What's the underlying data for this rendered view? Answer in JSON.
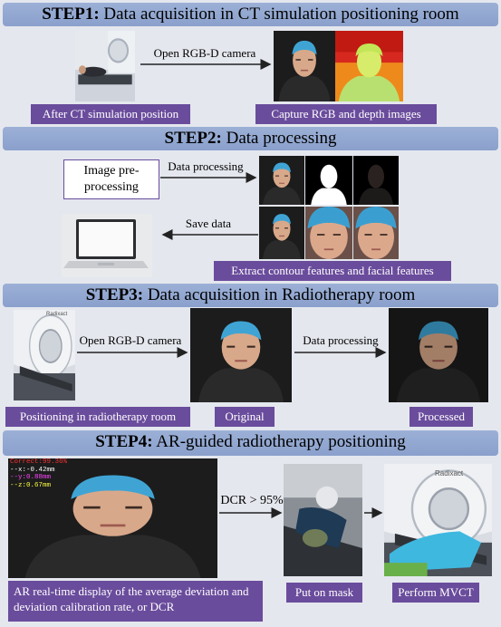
{
  "steps": [
    {
      "label": "STEP1:",
      "text": " Data acquisition in CT simulation positioning room"
    },
    {
      "label": "STEP2:",
      "text": " Data processing"
    },
    {
      "label": "STEP3:",
      "text": " Data acquisition in Radiotherapy room"
    },
    {
      "label": "STEP4:",
      "text": " AR-guided radiotherapy positioning"
    }
  ],
  "step1": {
    "arrow": "Open RGB-D camera",
    "left_label": "After CT simulation position",
    "right_label": "Capture RGB and depth images"
  },
  "step2": {
    "preprocess": "Image pre-processing",
    "arrow_process": "Data processing",
    "arrow_save": "Save data",
    "label": "Extract contour features and facial features"
  },
  "step3": {
    "arrow_open": "Open RGB-D camera",
    "arrow_process": "Data processing",
    "label_position": "Positioning in radiotherapy room",
    "label_original": "Original",
    "label_processed": "Processed",
    "device_brand": "Radixact"
  },
  "step4": {
    "overlay": {
      "correct": "Correct:99.36%",
      "x": "--x:-0.42mm",
      "y": "--y:0.88mm",
      "z": "--z:0.67mm"
    },
    "arrow_dcr": "DCR > 95%",
    "caption": "AR real-time display of the average deviation and deviation calibration  rate, or DCR",
    "label_mask": "Put on mask",
    "label_mvct": "Perform MVCT",
    "device_brand": "Radixact"
  },
  "colors": {
    "band": "#95aad3",
    "label": "#6a4c9c",
    "overlay_correct": "#ff3030",
    "overlay_x": "#ffffff",
    "overlay_y": "#ff44ff",
    "overlay_z": "#ffff40"
  }
}
